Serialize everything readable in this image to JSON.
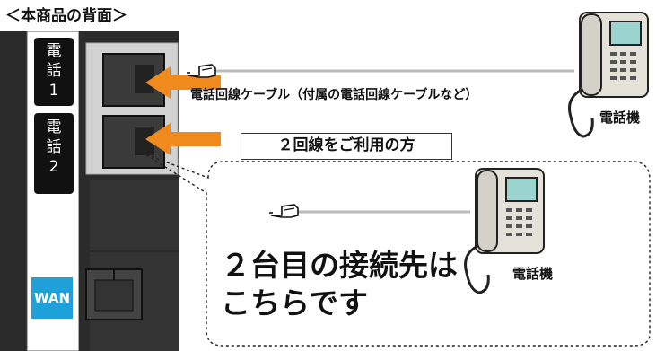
{
  "title": "＜本商品の背面＞",
  "ports": [
    {
      "line1": "電",
      "line2": "話",
      "number": "1"
    },
    {
      "line1": "電",
      "line2": "話",
      "number": "2"
    }
  ],
  "wan": {
    "label": "WAN"
  },
  "cable_label": "電話回線ケーブル（付属の電話回線ケーブルなど）",
  "phone_label": "電話機",
  "two_line_label": "２回線をご利用の方",
  "bubble": {
    "line1": "２台目の接続先は",
    "line2": "こちらです"
  },
  "colors": {
    "arrow": "#f08a1d",
    "device": "#2b2b2b",
    "phone_body": "#e3e1d8",
    "screen": "#9bd3cf",
    "wan": "#1ea0d8"
  }
}
